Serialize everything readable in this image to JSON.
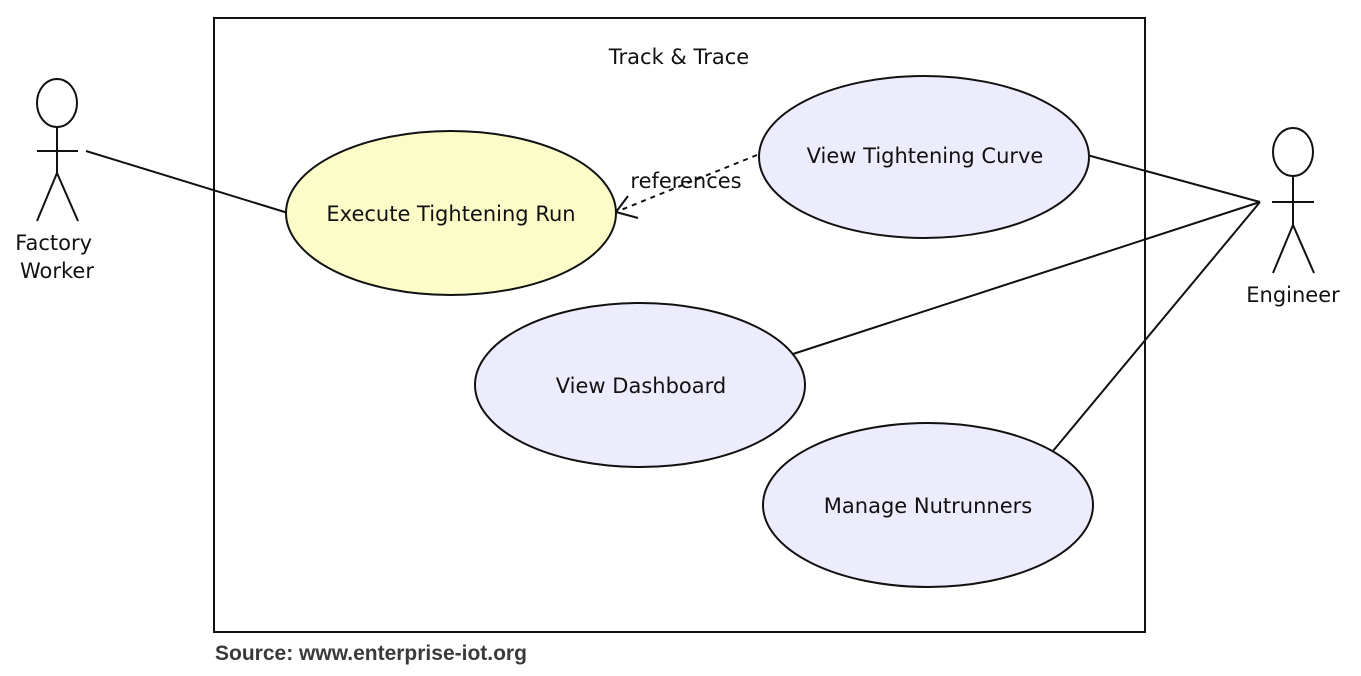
{
  "system": {
    "title": "Track & Trace"
  },
  "actors": {
    "factory_worker": {
      "line1": "Factory",
      "line2": "Worker"
    },
    "engineer": {
      "label": "Engineer"
    }
  },
  "use_cases": {
    "execute_run": {
      "label": "Execute Tightening Run",
      "fill": "#fcfcc8"
    },
    "view_curve": {
      "label": "View Tightening Curve",
      "fill": "#ececfd"
    },
    "view_dashboard": {
      "label": "View Dashboard",
      "fill": "#ececfd"
    },
    "manage_nutrunners": {
      "label": "Manage Nutrunners",
      "fill": "#ececfd"
    }
  },
  "relationships": {
    "references_label": "references"
  },
  "caption": {
    "source": "Source: www.enterprise-iot.org"
  }
}
